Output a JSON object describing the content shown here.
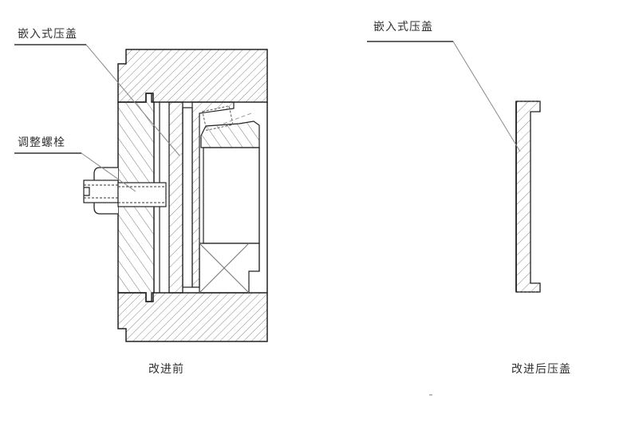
{
  "labels": {
    "before_cover": "嵌入式压盖",
    "adjust_bolt": "调整螺栓",
    "after_cover": "嵌入式压盖"
  },
  "captions": {
    "before": "改进前",
    "after": "改进后压盖"
  },
  "colors": {
    "line": "#222222",
    "hatch": "#777777",
    "leader": "#888888"
  }
}
